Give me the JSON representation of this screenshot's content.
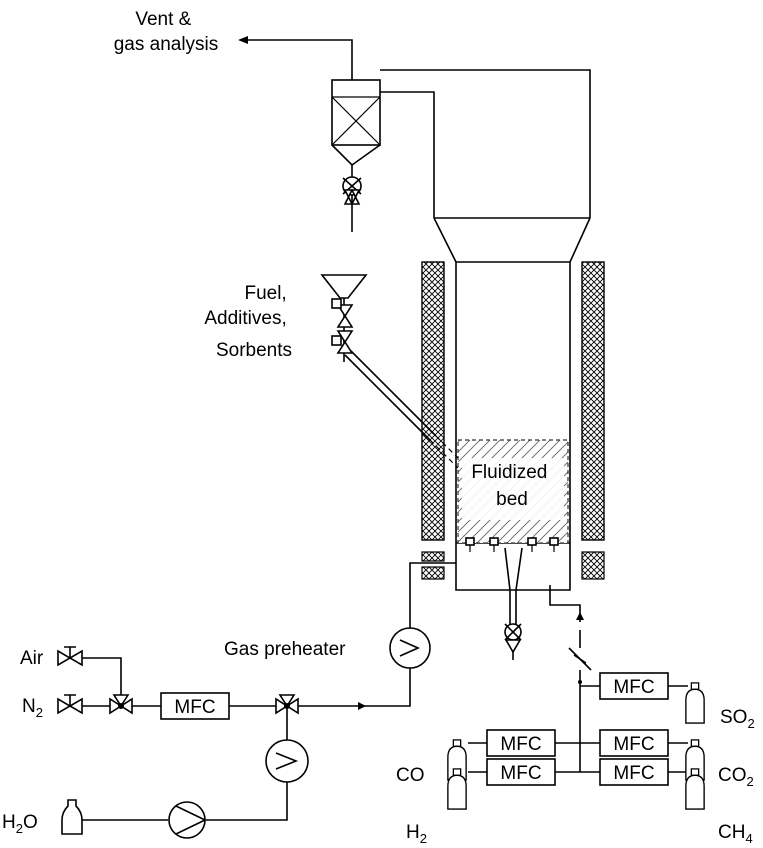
{
  "labels": {
    "vent": [
      "Vent &",
      "gas analysis"
    ],
    "fuel": [
      "Fuel,",
      "Additives,",
      "Sorbents"
    ],
    "bed": [
      "Fluidized",
      "bed"
    ],
    "gas_preheater": "Gas preheater",
    "air": "Air",
    "n2": {
      "main": "N",
      "sub": "2"
    },
    "h2o": {
      "main": "H",
      "sub": "2",
      "tail": "O"
    },
    "co": "CO",
    "h2": {
      "main": "H",
      "sub": "2"
    },
    "so2": {
      "main": "SO",
      "sub": "2"
    },
    "co2": {
      "main": "CO",
      "sub": "2"
    },
    "ch4": {
      "main": "CH",
      "sub": "4"
    }
  },
  "mfc_label": "MFC",
  "colors": {
    "line": "#000000",
    "background": "#ffffff"
  }
}
